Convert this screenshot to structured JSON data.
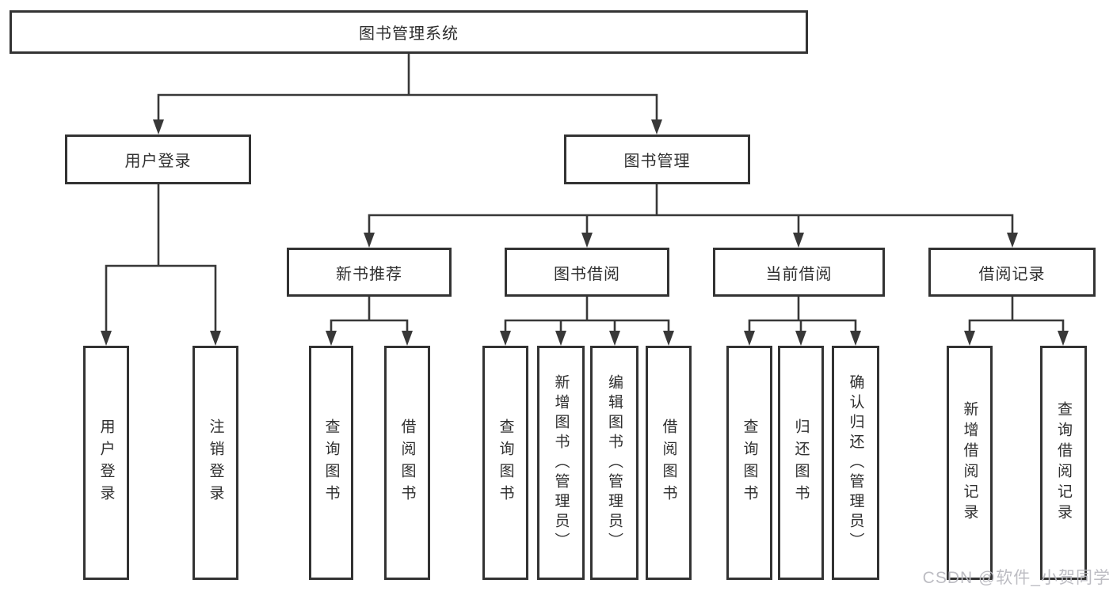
{
  "diagram": {
    "root": "图书管理系统",
    "branches": [
      {
        "label": "用户登录",
        "leaves": [
          "用户登录",
          "注销登录"
        ]
      },
      {
        "label": "图书管理",
        "sections": [
          {
            "label": "新书推荐",
            "leaves": [
              "查询图书",
              "借阅图书"
            ]
          },
          {
            "label": "图书借阅",
            "leaves": [
              "查询图书",
              "新增图书（管理员）",
              "编辑图书（管理员）",
              "借阅图书"
            ]
          },
          {
            "label": "当前借阅",
            "leaves": [
              "查询图书",
              "归还图书",
              "确认归还（管理员）"
            ]
          },
          {
            "label": "借阅记录",
            "leaves": [
              "新增借阅记录",
              "查询借阅记录"
            ]
          }
        ]
      }
    ]
  },
  "watermark": "CSDN @软件_小贺同学",
  "colors": {
    "line": "#383838",
    "border": "#333333",
    "text": "#2f2f2f",
    "watermark": "#b9b9c0",
    "background": "#ffffff"
  }
}
